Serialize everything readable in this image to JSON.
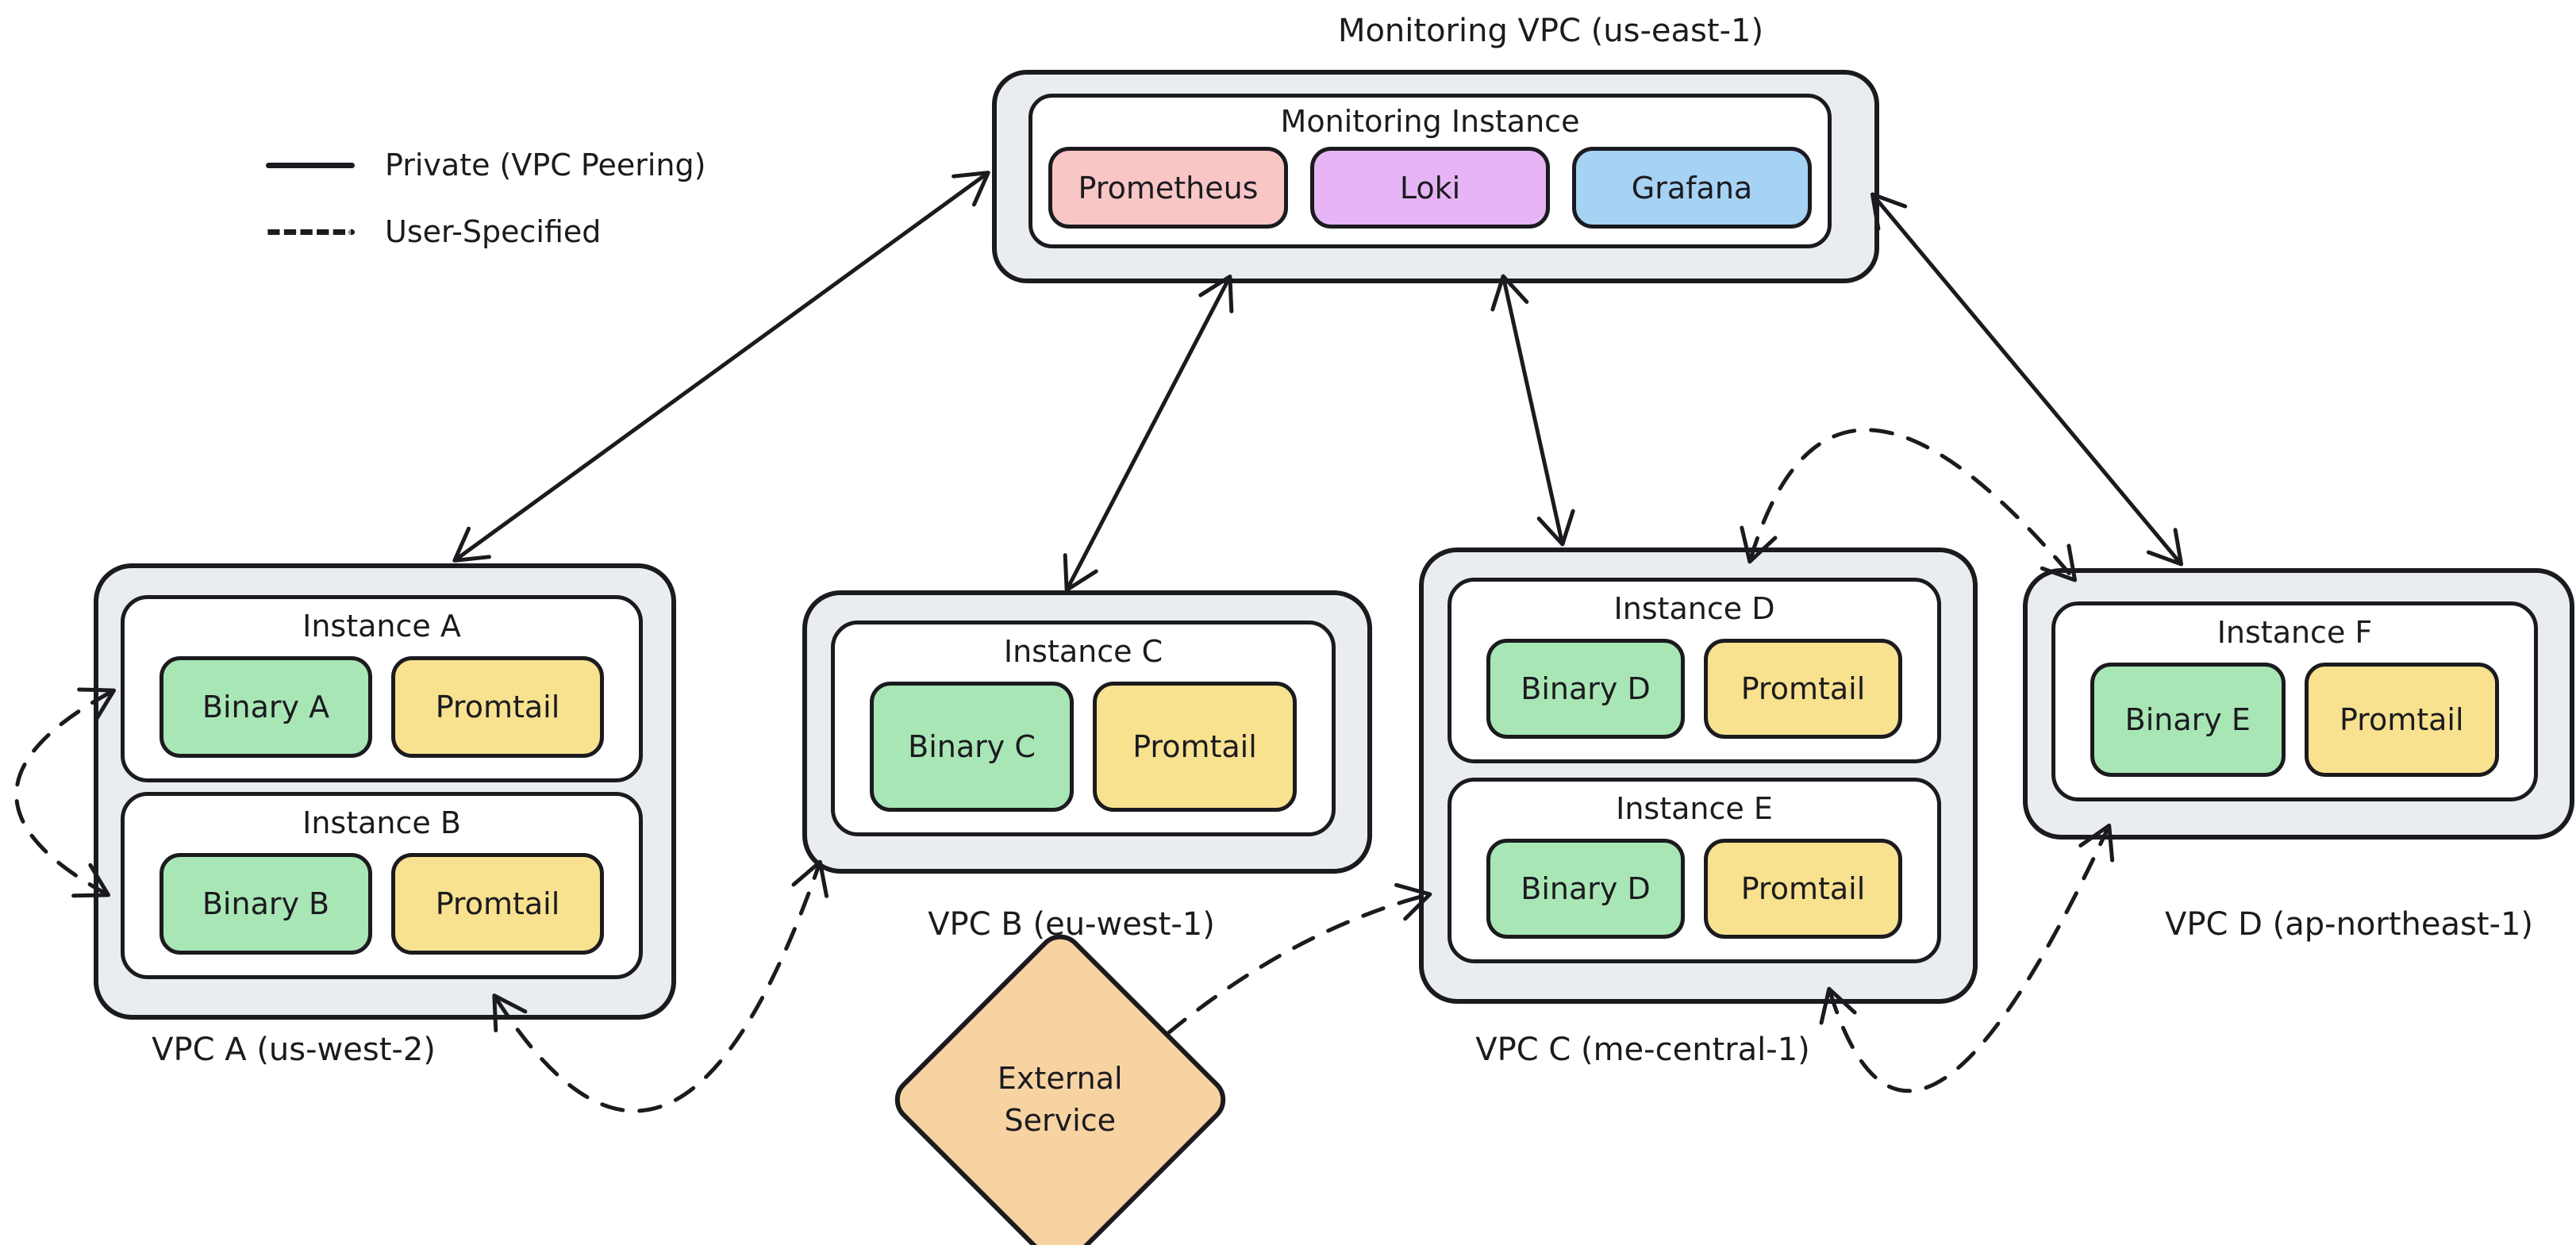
{
  "legend": {
    "items": [
      {
        "id": "private",
        "line_style": "solid",
        "label": "Private (VPC Peering)"
      },
      {
        "id": "user-specified",
        "line_style": "dashed",
        "label": "User-Specified"
      }
    ]
  },
  "monitoring_vpc": {
    "label": "Monitoring VPC (us-east-1)",
    "instance": {
      "label": "Monitoring Instance",
      "services": [
        {
          "id": "prometheus",
          "label": "Prometheus"
        },
        {
          "id": "loki",
          "label": "Loki"
        },
        {
          "id": "grafana",
          "label": "Grafana"
        }
      ]
    }
  },
  "vpcs": [
    {
      "id": "vpc-a",
      "label": "VPC A (us-west-2)",
      "instances": [
        {
          "id": "instance-a",
          "label": "Instance A",
          "components": [
            {
              "id": "binary-a",
              "type": "binary",
              "label": "Binary A"
            },
            {
              "id": "promtail",
              "type": "promtail",
              "label": "Promtail"
            }
          ]
        },
        {
          "id": "instance-b",
          "label": "Instance B",
          "components": [
            {
              "id": "binary-b",
              "type": "binary",
              "label": "Binary B"
            },
            {
              "id": "promtail",
              "type": "promtail",
              "label": "Promtail"
            }
          ]
        }
      ]
    },
    {
      "id": "vpc-b",
      "label": "VPC B (eu-west-1)",
      "instances": [
        {
          "id": "instance-c",
          "label": "Instance C",
          "components": [
            {
              "id": "binary-c",
              "type": "binary",
              "label": "Binary C"
            },
            {
              "id": "promtail",
              "type": "promtail",
              "label": "Promtail"
            }
          ]
        }
      ]
    },
    {
      "id": "vpc-c",
      "label": "VPC C (me-central-1)",
      "instances": [
        {
          "id": "instance-d",
          "label": "Instance D",
          "components": [
            {
              "id": "binary-d",
              "type": "binary",
              "label": "Binary D"
            },
            {
              "id": "promtail",
              "type": "promtail",
              "label": "Promtail"
            }
          ]
        },
        {
          "id": "instance-e",
          "label": "Instance E",
          "components": [
            {
              "id": "binary-d",
              "type": "binary",
              "label": "Binary D"
            },
            {
              "id": "promtail",
              "type": "promtail",
              "label": "Promtail"
            }
          ]
        }
      ]
    },
    {
      "id": "vpc-d",
      "label": "VPC D (ap-northeast-1)",
      "instances": [
        {
          "id": "instance-f",
          "label": "Instance F",
          "components": [
            {
              "id": "binary-e",
              "type": "binary",
              "label": "Binary E"
            },
            {
              "id": "promtail",
              "type": "promtail",
              "label": "Promtail"
            }
          ]
        }
      ]
    }
  ],
  "external_service": {
    "label": "External Service",
    "line1": "External",
    "line2": "Service"
  },
  "connections": [
    {
      "from": "monitoring-instance",
      "to": "vpc-a",
      "type": "private",
      "bidirectional": true
    },
    {
      "from": "monitoring-instance",
      "to": "vpc-b",
      "type": "private",
      "bidirectional": true
    },
    {
      "from": "monitoring-instance",
      "to": "vpc-c",
      "type": "private",
      "bidirectional": true
    },
    {
      "from": "monitoring-instance",
      "to": "vpc-d",
      "type": "private",
      "bidirectional": true
    },
    {
      "from": "instance-a",
      "to": "instance-b",
      "type": "user-specified",
      "bidirectional": true
    },
    {
      "from": "instance-b",
      "to": "instance-c",
      "type": "user-specified",
      "bidirectional": true
    },
    {
      "from": "external-service",
      "to": "instance-e",
      "type": "user-specified",
      "bidirectional": false
    },
    {
      "from": "instance-d",
      "to": "instance-f",
      "type": "user-specified",
      "bidirectional": true
    },
    {
      "from": "instance-e",
      "to": "instance-f",
      "type": "user-specified",
      "bidirectional": true
    }
  ],
  "colors": {
    "stroke": "#1b1b1f",
    "vpc_fill": "#e9edf0",
    "instance_fill": "#ffffff",
    "prometheus": "#f9c6c6",
    "loki": "#e7b5f5",
    "grafana": "#a6d2f4",
    "binary": "#a9e6b6",
    "promtail": "#f8e18f",
    "external_service": "#f8d3a2"
  }
}
